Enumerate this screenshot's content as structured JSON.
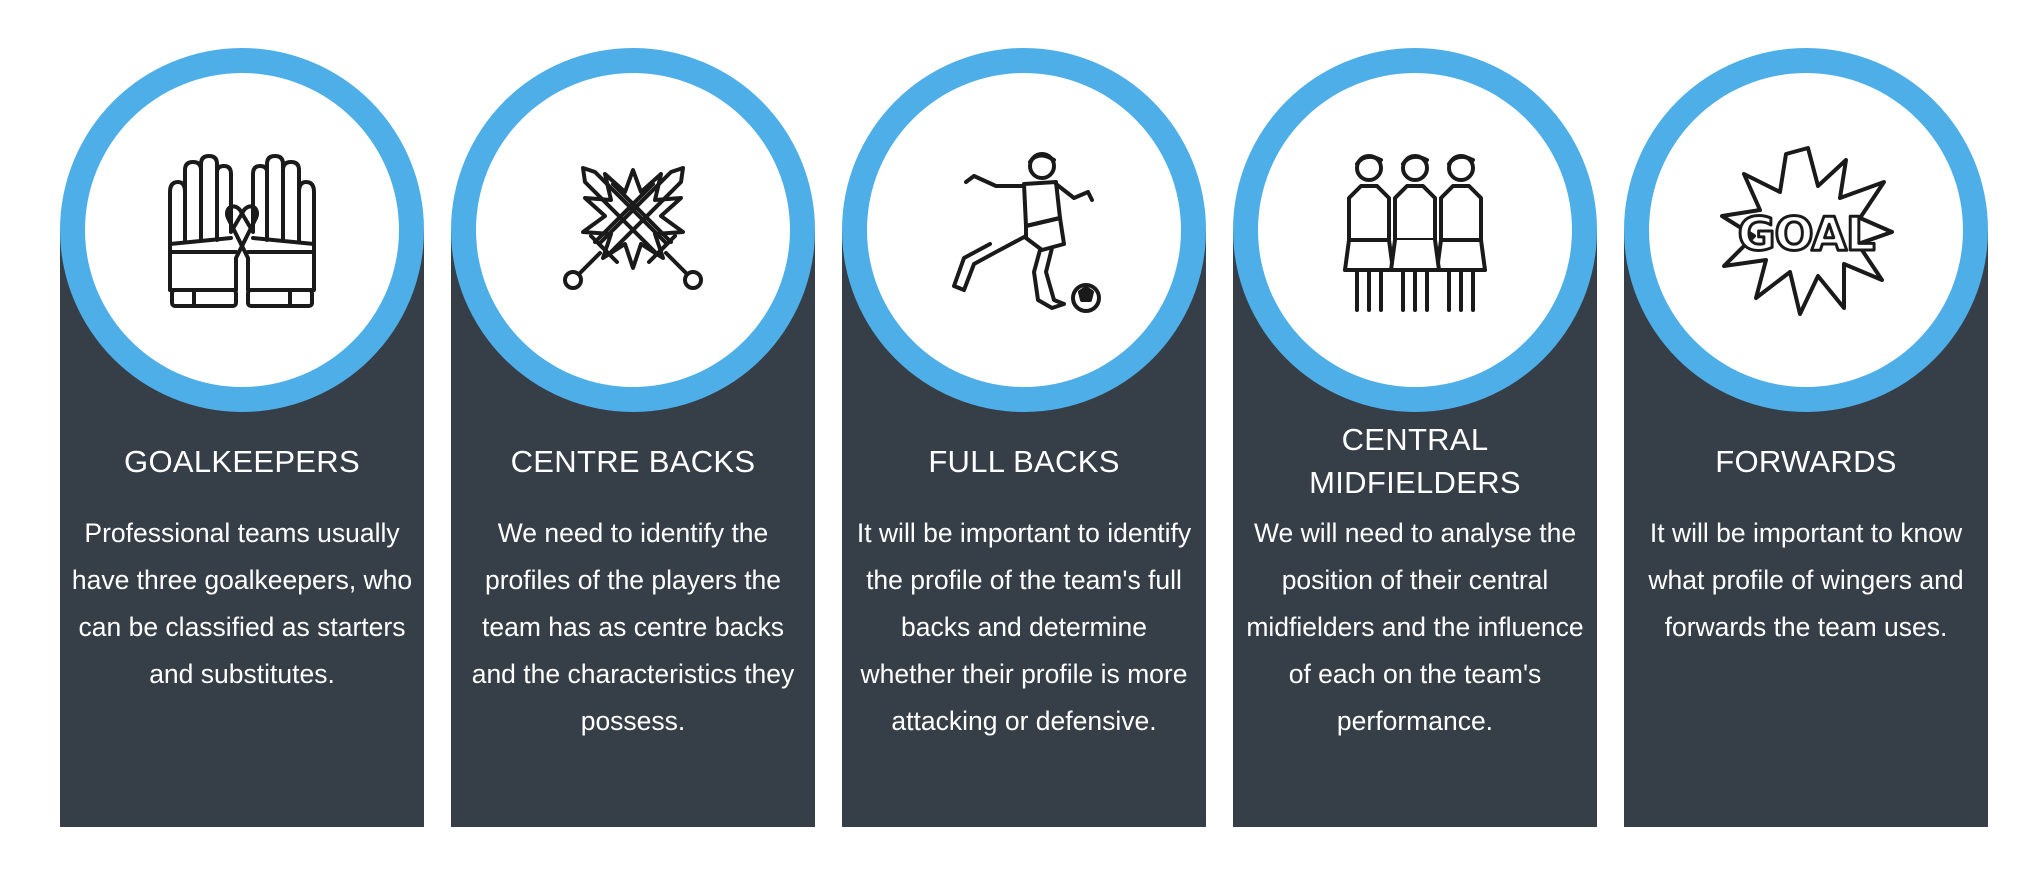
{
  "cards": [
    {
      "icon": "goalkeeper-gloves-icon",
      "title": "GOALKEEPERS",
      "description": "Professional teams usually have three goalkeepers, who can be classified as starters and substitutes."
    },
    {
      "icon": "crossed-swords-icon",
      "title": "CENTRE BACKS",
      "description": "We need to identify the profiles of the players the team has as centre backs and the characteristics they possess."
    },
    {
      "icon": "player-kicking-ball-icon",
      "title": "FULL BACKS",
      "description": "It will be important to identify the profile of the team's full backs and determine whether their profile is more attacking or defensive."
    },
    {
      "icon": "three-players-icon",
      "title": "CENTRAL MIDFIELDERS",
      "description": "We will need to analyse the position of their central midfielders and the influence of each on the team's performance."
    },
    {
      "icon": "goal-burst-icon",
      "title": "FORWARDS",
      "description": "It will be important to know what profile of wingers and forwards the team uses."
    }
  ],
  "icon_labels": {
    "goal_burst_text": "GOAL"
  },
  "colors": {
    "ring": "#4eaee8",
    "panel": "#363e47",
    "text": "#ffffff",
    "icon_stroke": "#1a1a1a"
  }
}
